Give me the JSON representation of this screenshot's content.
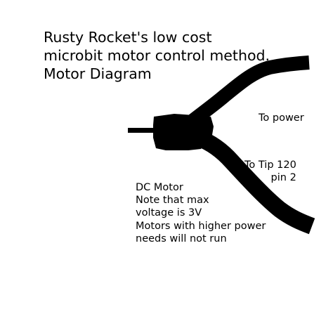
{
  "title": {
    "lines": [
      "Rusty Rocket's low cost",
      "microbit motor control method.",
      "Motor Diagram"
    ]
  },
  "labels": {
    "to_power": "To power",
    "to_tip_line1": "To Tip 120",
    "to_tip_line2": "pin 2"
  },
  "notes": {
    "lines": [
      "DC Motor",
      "Note that max",
      "voltage is 3V",
      "Motors with higher power",
      "needs will not run"
    ]
  },
  "colors": {
    "ink": "#000000",
    "background": "#ffffff"
  }
}
